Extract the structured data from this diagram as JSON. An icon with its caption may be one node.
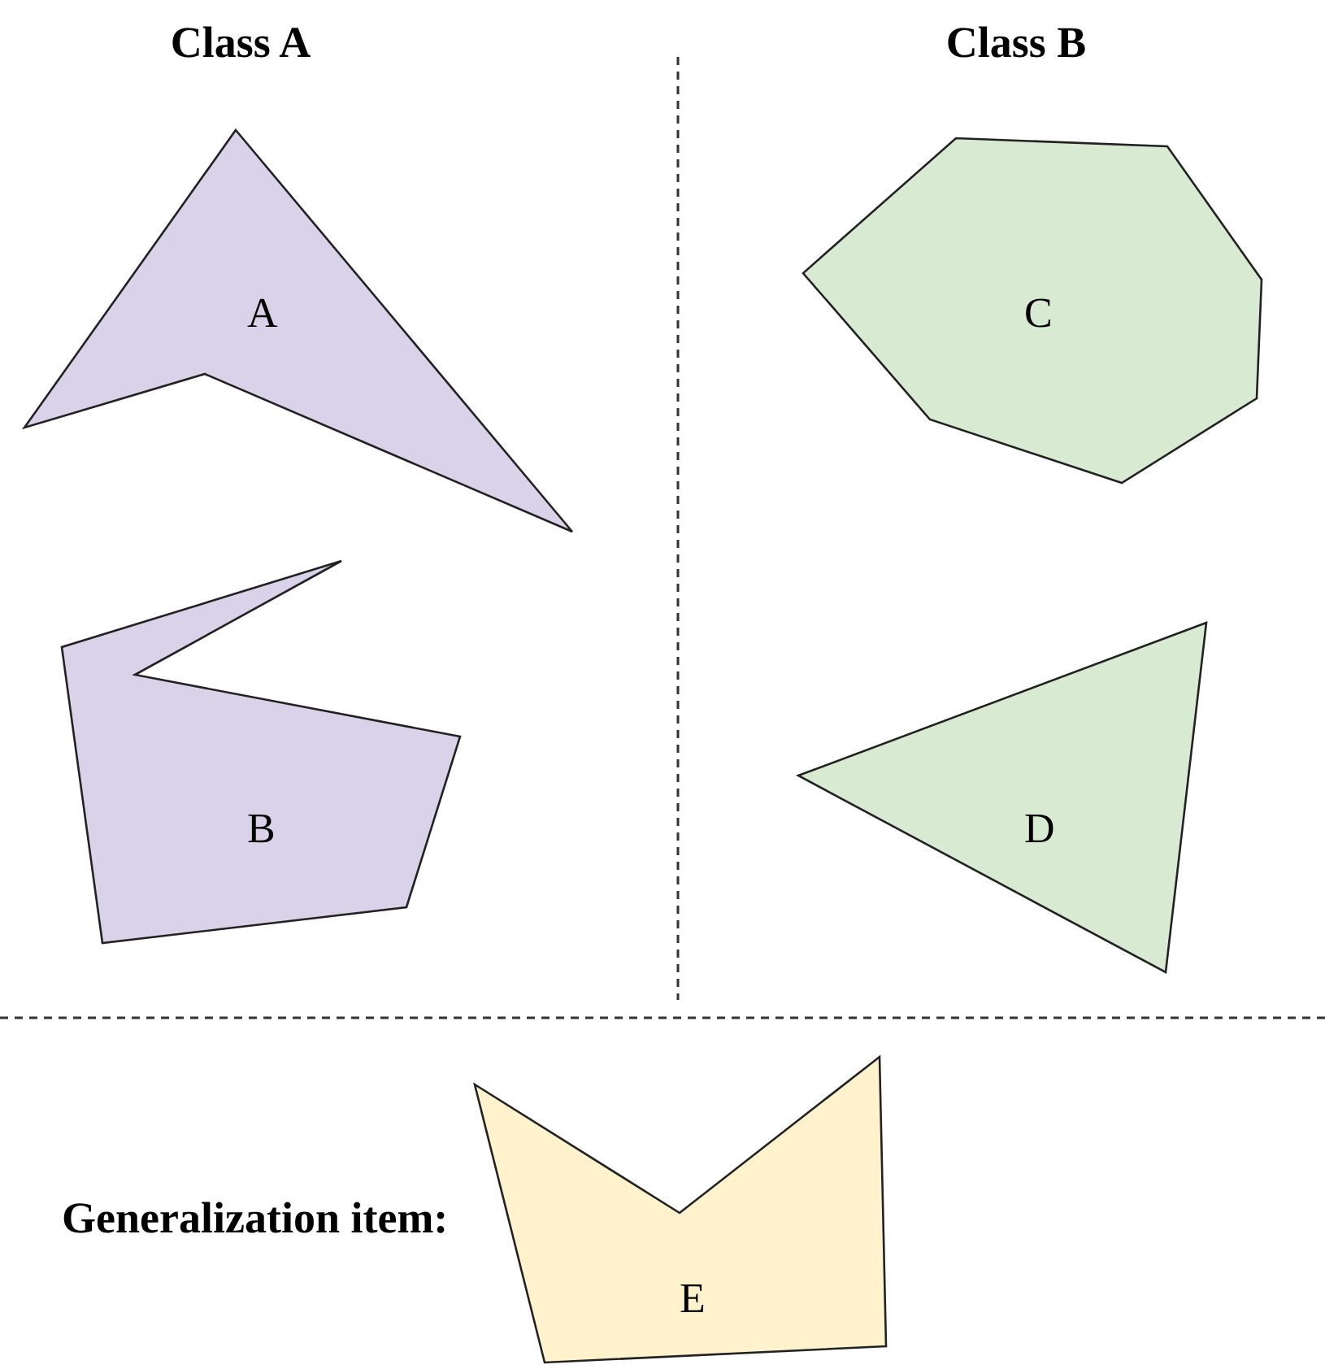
{
  "diagram": {
    "nodes": [
      {
        "text": [
          "A"
        ]
      },
      {
        "text": [
          "B"
        ]
      },
      {
        "text": [
          "C"
        ]
      },
      {
        "text": [
          "D"
        ]
      },
      {
        "text": [
          "E"
        ]
      }
    ],
    "edges": [],
    "labels": [
      "Class A",
      "Class B",
      "Generalization item:"
    ]
  }
}
